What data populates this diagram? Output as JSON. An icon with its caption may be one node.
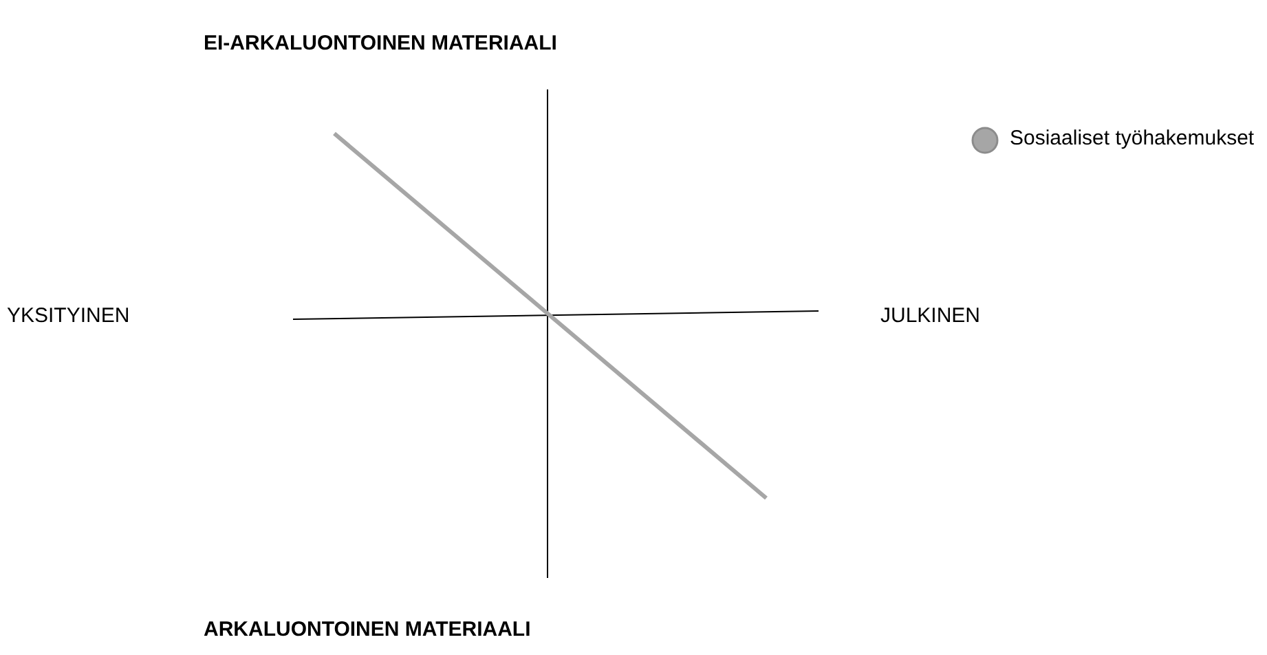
{
  "diagram": {
    "labels": [
      "EI-ARKALUONTOINEN MATERIAALI",
      "YKSITYINEN",
      "JULKINEN",
      "ARKALUONTOINEN MATERIAALI"
    ],
    "legend": [
      {
        "text": "Sosiaaliset työhakemukset",
        "color": "#a6a6a6"
      }
    ]
  }
}
